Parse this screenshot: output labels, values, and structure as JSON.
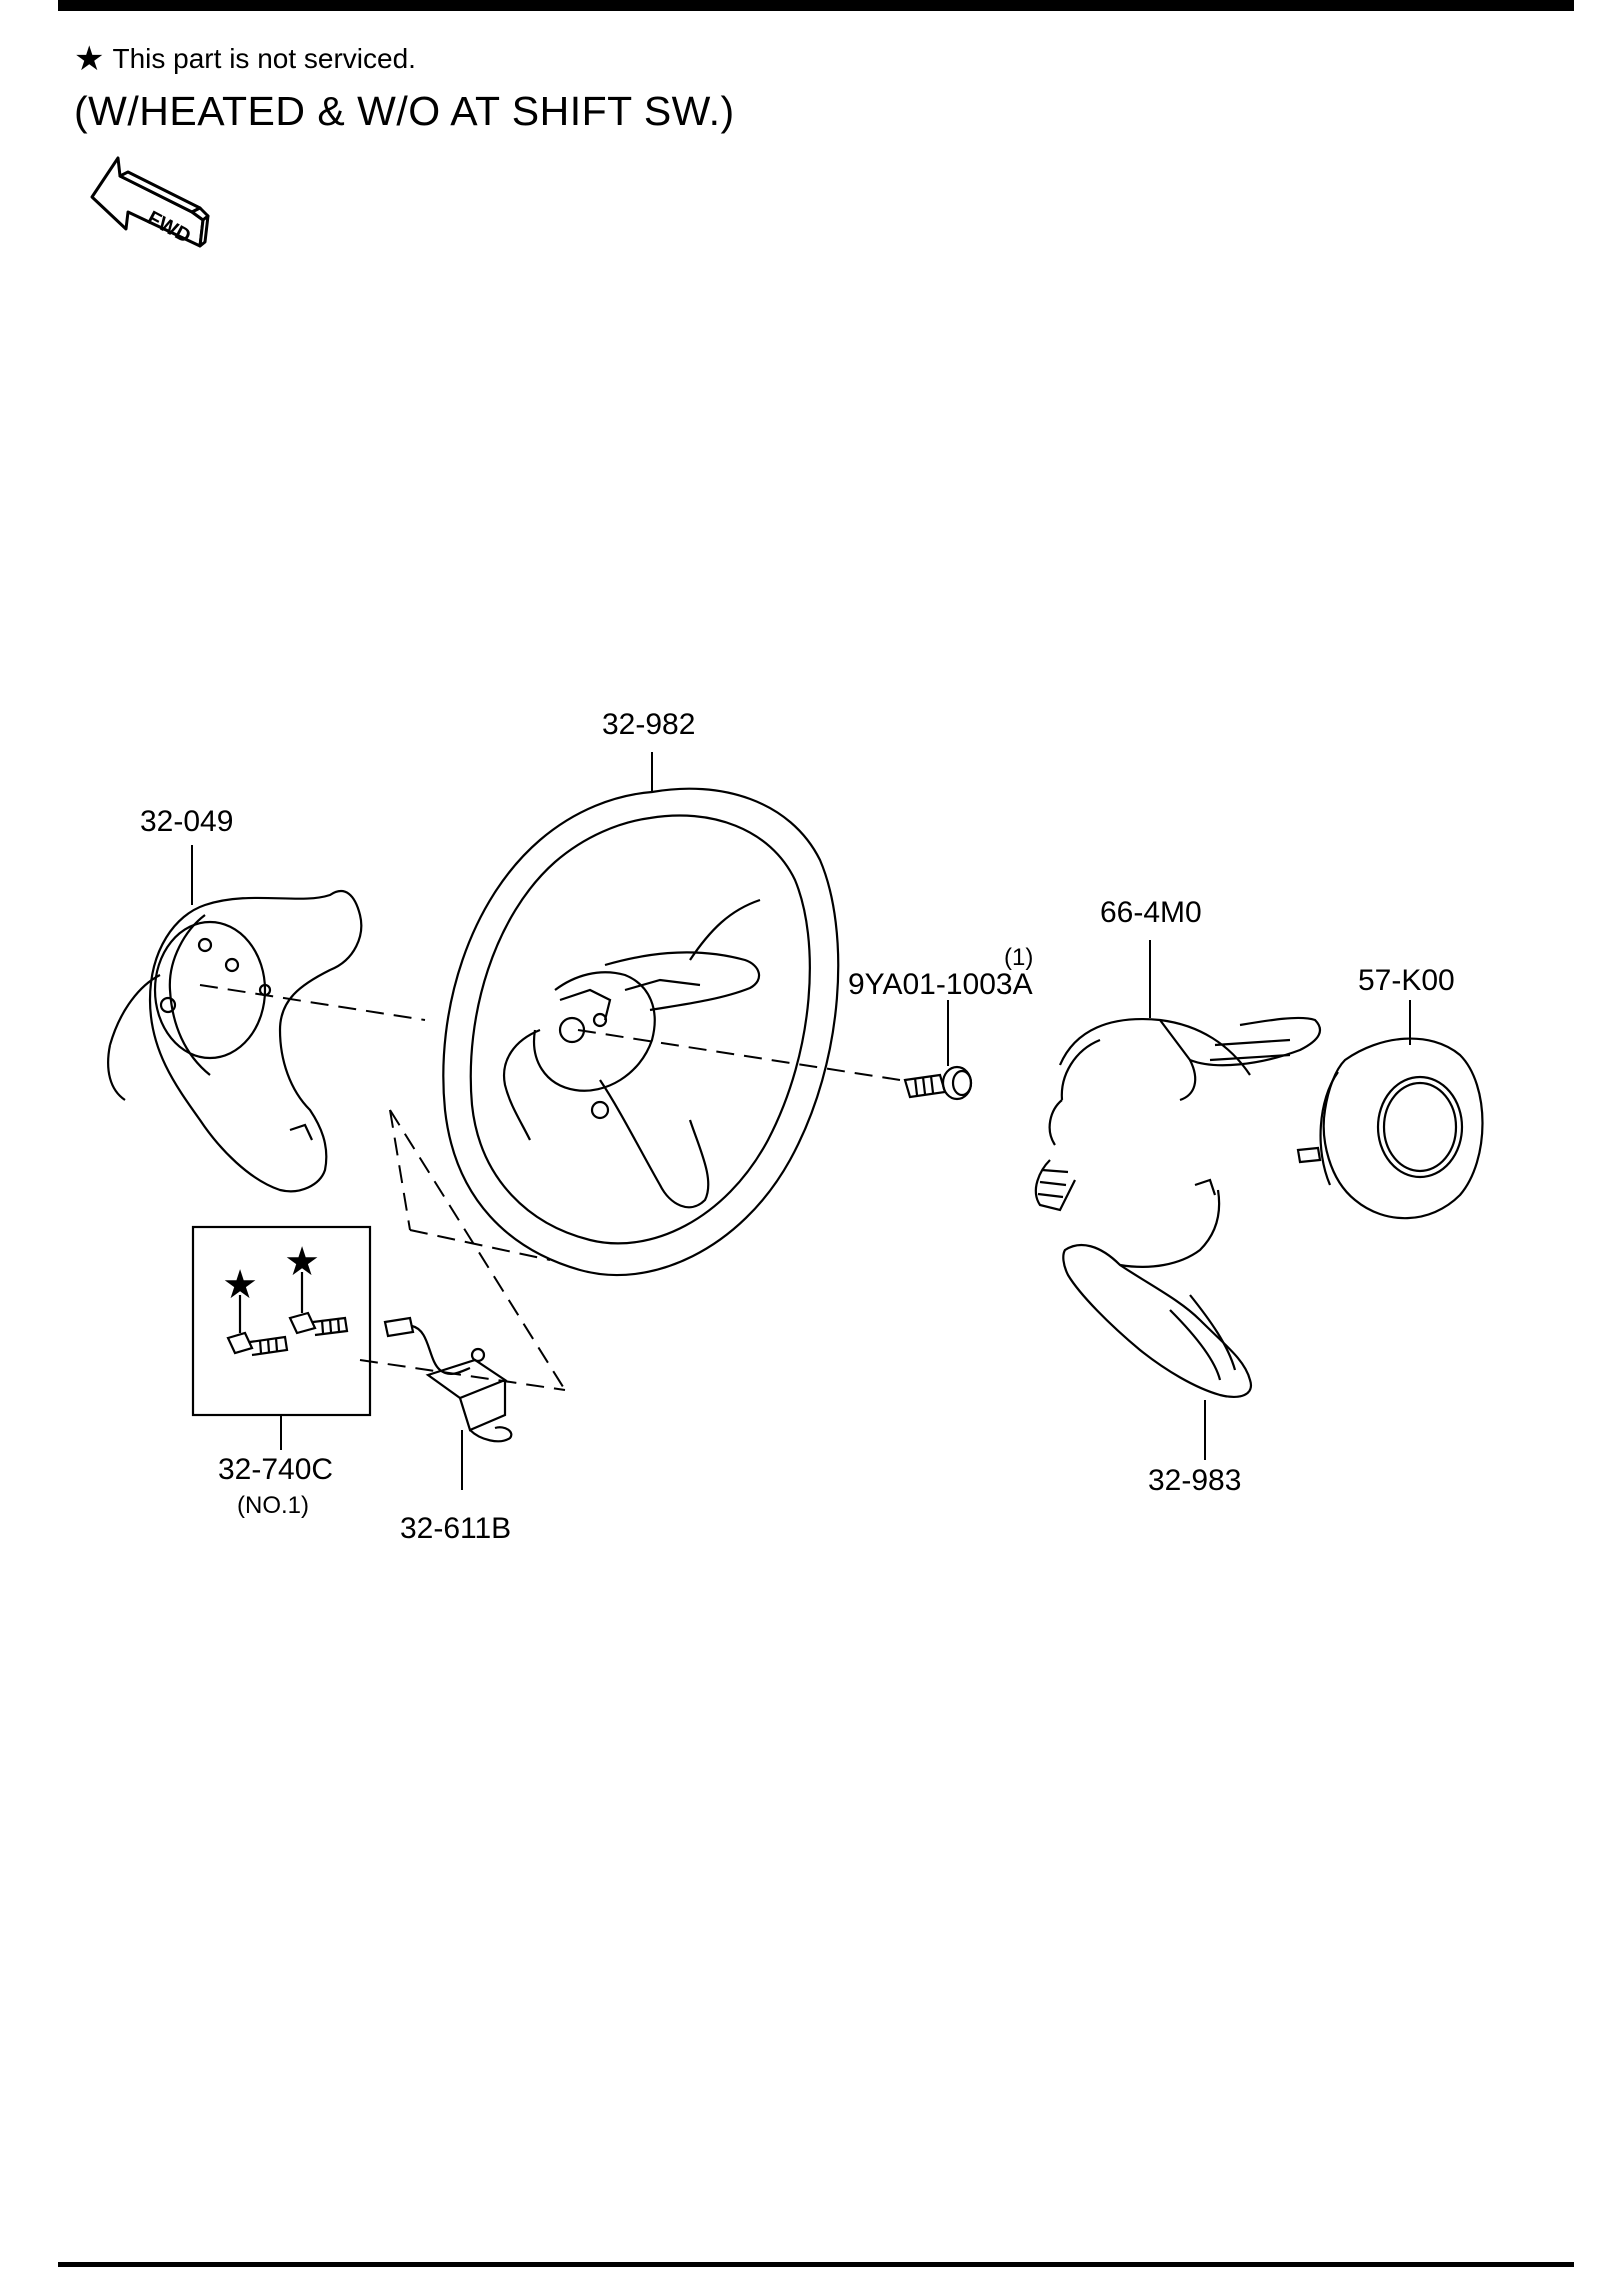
{
  "note": {
    "symbol": "★",
    "text": "This part is not serviced."
  },
  "heading": "(W/HEATED & W/O AT SHIFT SW.)",
  "direction_badge": "FWD",
  "callouts": {
    "wheel": "32-982",
    "rear_cover": "32-049",
    "paddle_cover": "66-4M0",
    "bolt_qty": "(1)",
    "bolt": "9YA01-1003A",
    "airbag": "57-K00",
    "lower_cover": "32-983",
    "screws": "32-740C",
    "screws_note": "(NO.1)",
    "harness": "32-611B"
  },
  "not_serviced_marks": [
    "★",
    "★"
  ]
}
